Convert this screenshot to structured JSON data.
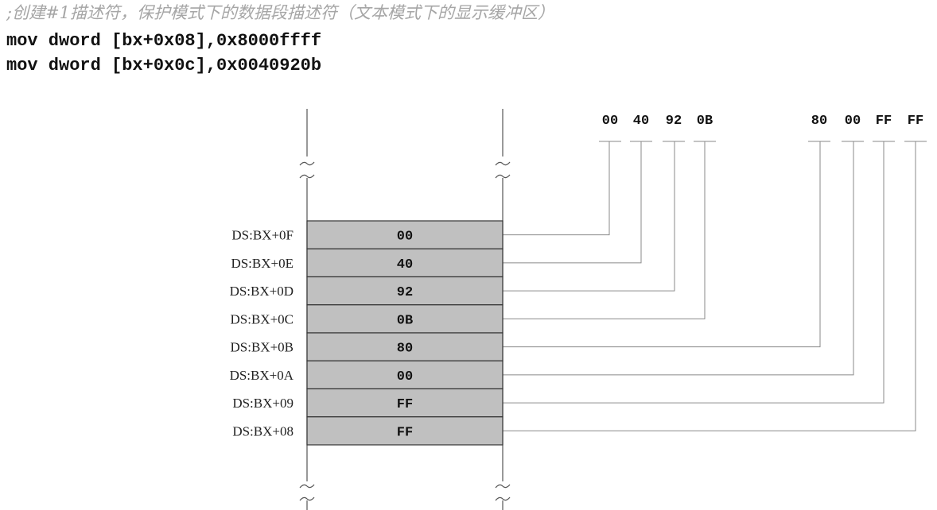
{
  "comment": ";创建#1描述符，保护模式下的数据段描述符（文本模式下的显示缓冲区）",
  "code_lines": [
    "mov dword [bx+0x08],0x8000ffff",
    "mov dword [bx+0x0c],0x0040920b"
  ],
  "memory_rows": [
    {
      "address": "DS:BX+0F",
      "value": "00"
    },
    {
      "address": "DS:BX+0E",
      "value": "40"
    },
    {
      "address": "DS:BX+0D",
      "value": "92"
    },
    {
      "address": "DS:BX+0C",
      "value": "0B"
    },
    {
      "address": "DS:BX+0B",
      "value": "80"
    },
    {
      "address": "DS:BX+0A",
      "value": "00"
    },
    {
      "address": "DS:BX+09",
      "value": "FF"
    },
    {
      "address": "DS:BX+08",
      "value": "FF"
    }
  ],
  "high_dword_bytes": [
    "00",
    "40",
    "92",
    "0B"
  ],
  "low_dword_bytes": [
    "80",
    "00",
    "FF",
    "FF"
  ],
  "colors": {
    "cell_fill": "#c0c0c0",
    "line": "#8a8a8a",
    "comment": "#a6a6a6"
  }
}
